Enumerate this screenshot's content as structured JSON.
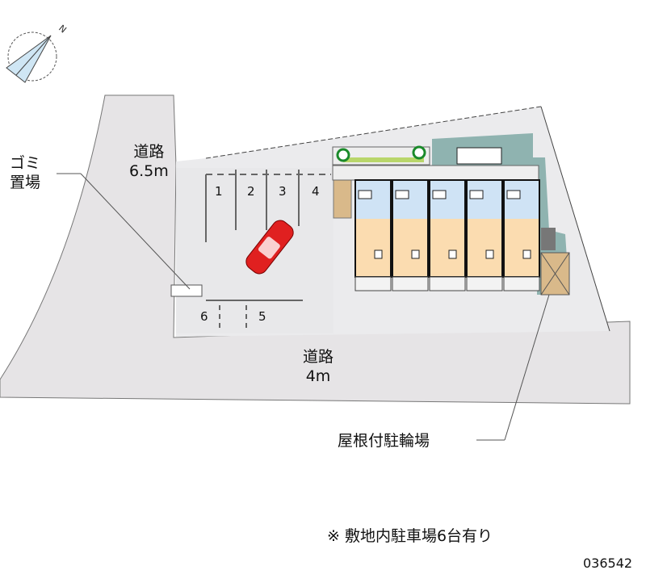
{
  "compass": {
    "north_label": "N"
  },
  "roads": {
    "top_road_name": "道路",
    "top_road_width": "6.5m",
    "bottom_road_name": "道路",
    "bottom_road_width": "4m"
  },
  "garbage": {
    "line1": "ゴミ",
    "line2": "置場"
  },
  "parking_spots": [
    "1",
    "2",
    "3",
    "4",
    "5",
    "6"
  ],
  "bicycle_parking": "屋根付駐輪場",
  "note": "※ 敷地内駐車場6台有り",
  "ref_number": "036542",
  "colors": {
    "road": "#e6e4e6",
    "site": "#ebebed",
    "room": "#fbdcb0",
    "wet": "#cfe3f5",
    "green_strip": "#8fb3b0",
    "car": "#e02020"
  }
}
